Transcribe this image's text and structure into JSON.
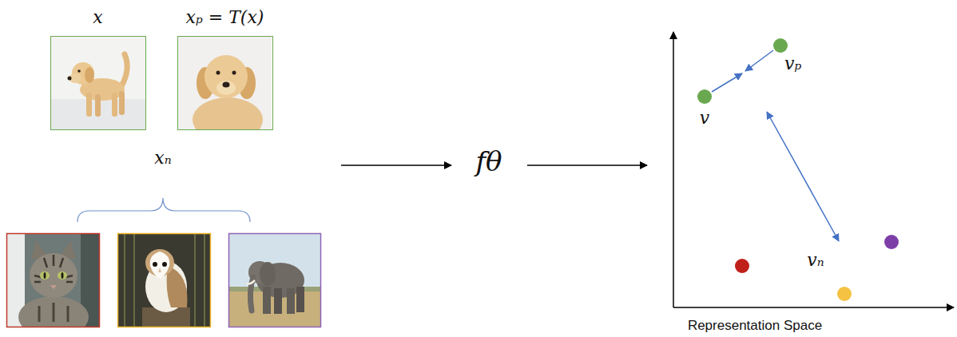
{
  "diagram": {
    "nodes": [
      {
        "text": [
          "x"
        ]
      },
      {
        "text": [
          "xₚ = T(x)"
        ]
      },
      {
        "text": [
          "v"
        ]
      },
      {
        "text": [
          "vₚ"
        ]
      }
    ],
    "labels": [
      "xₙ",
      "fθ",
      "vₙ",
      "Representation Space"
    ]
  }
}
